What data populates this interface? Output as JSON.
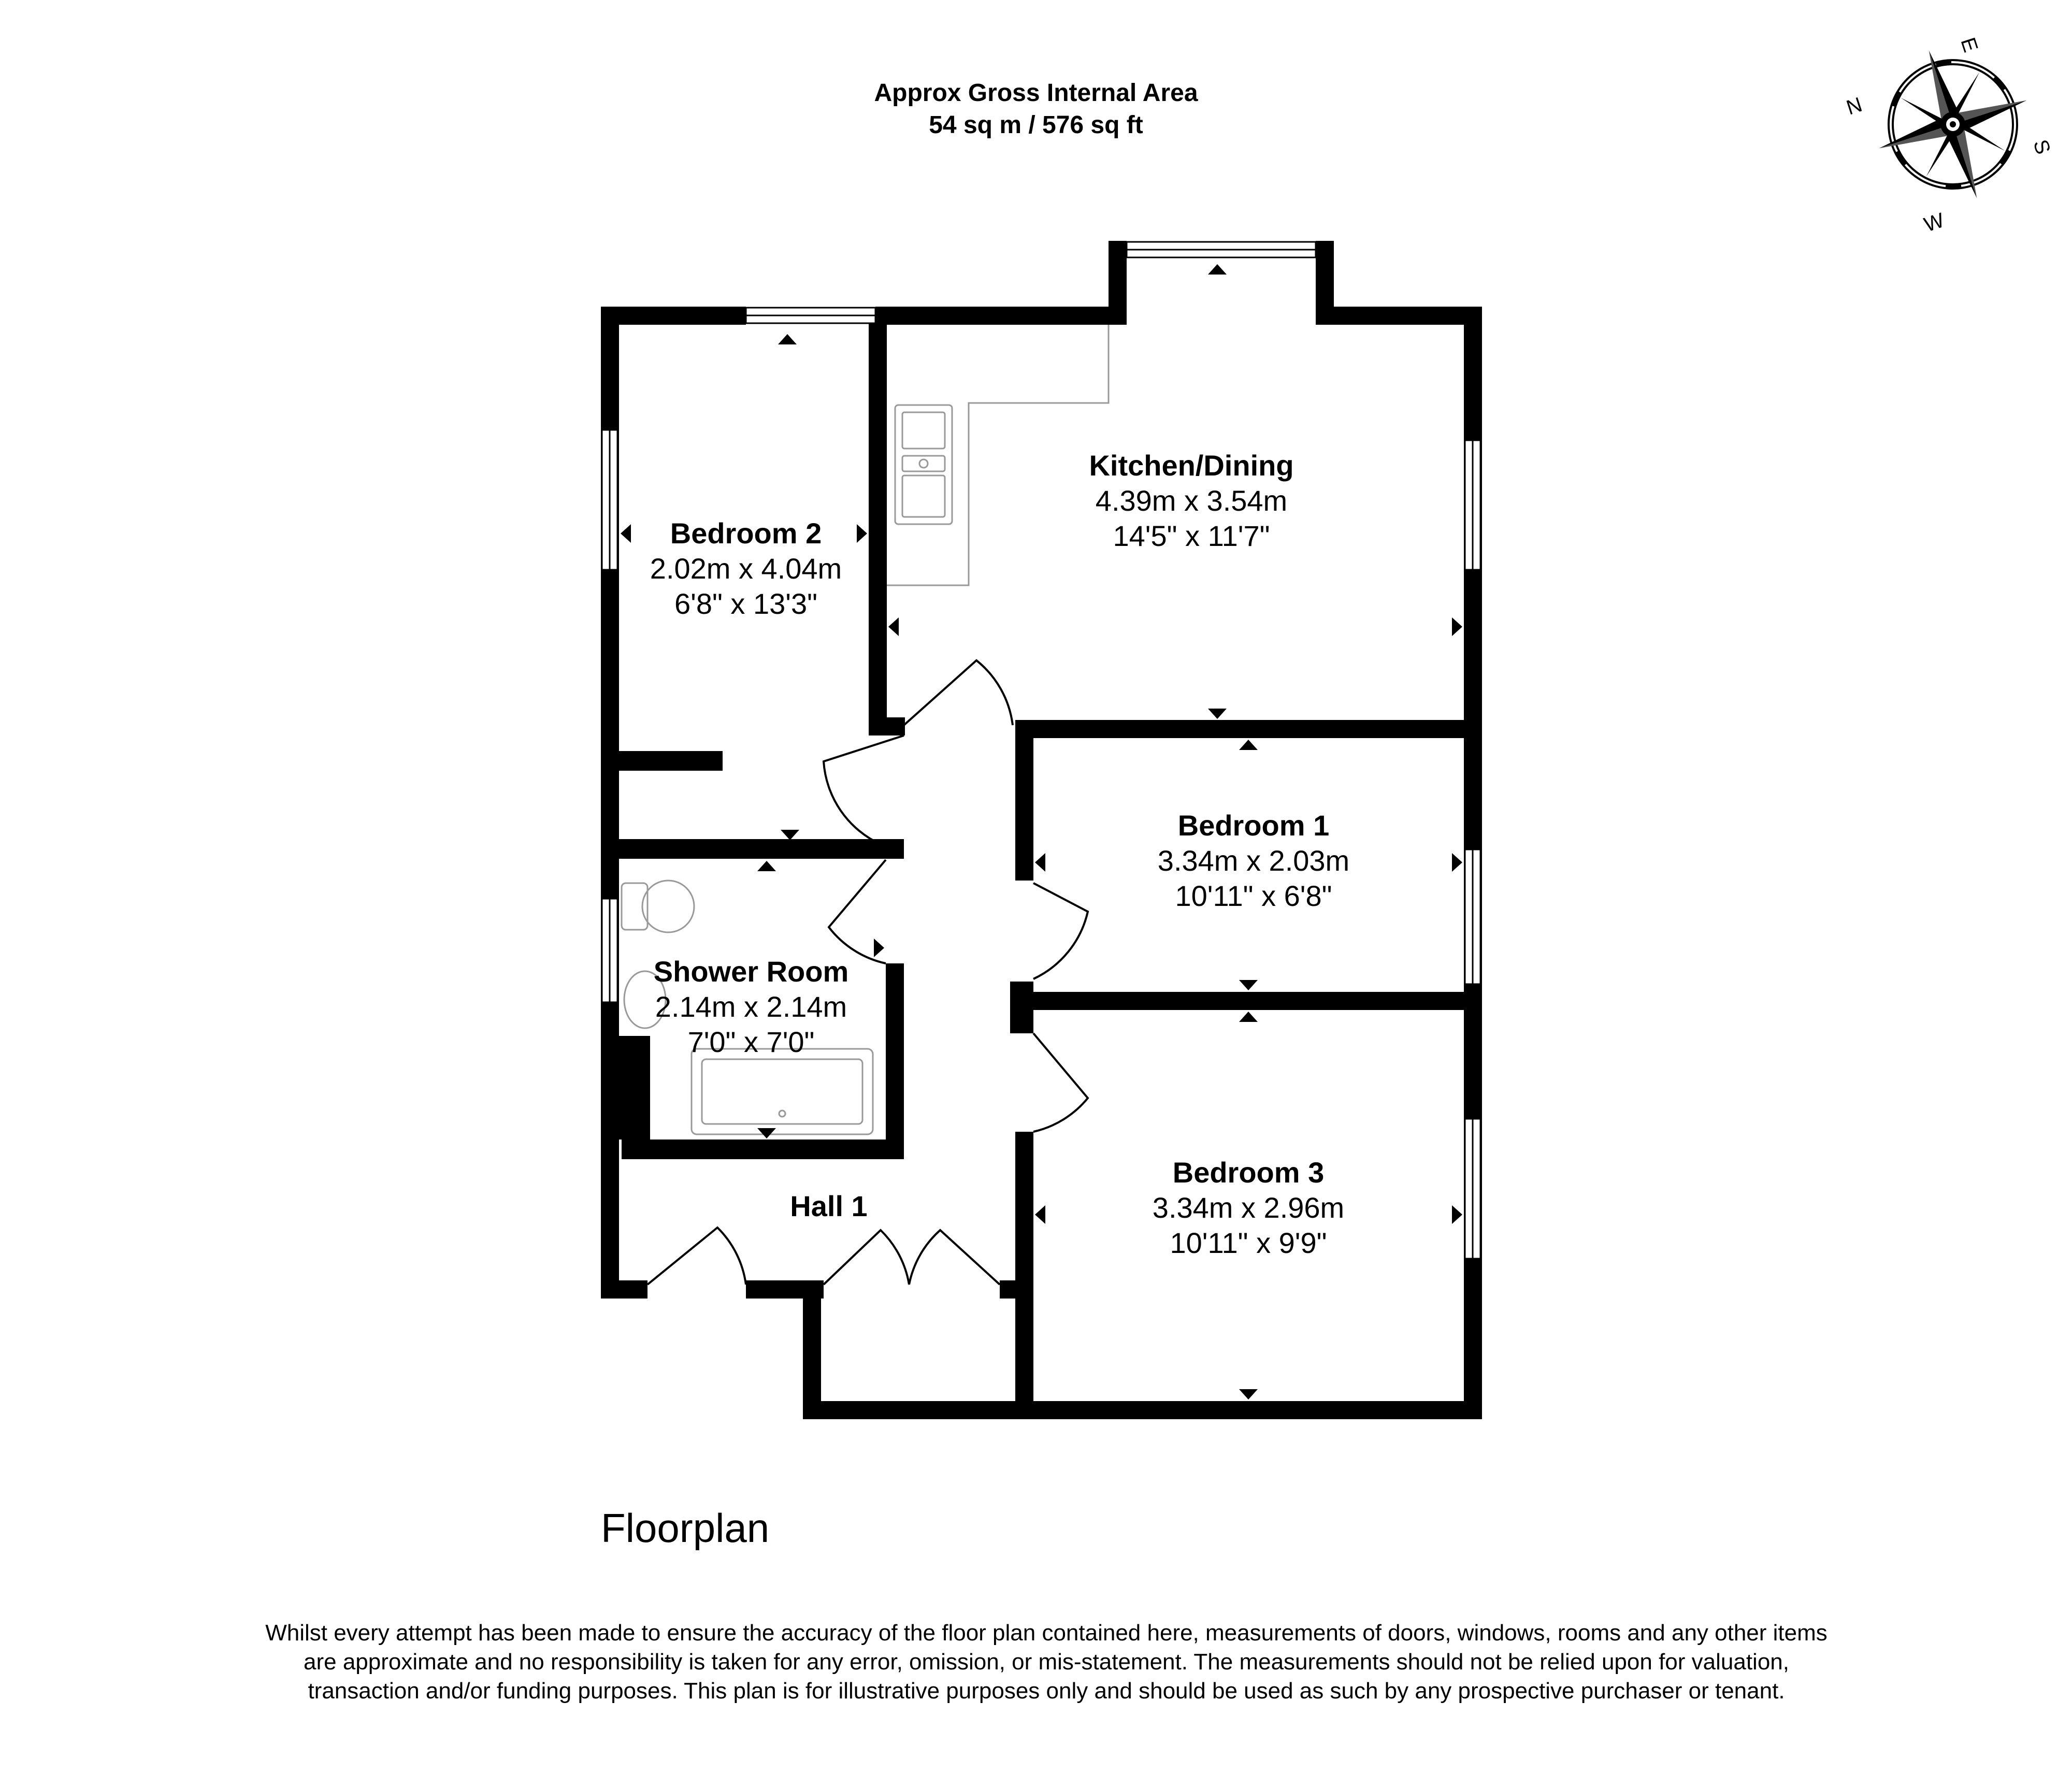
{
  "header": {
    "line1": "Approx Gross Internal Area",
    "line2": "54 sq m / 576 sq ft"
  },
  "compass": {
    "n": "N",
    "e": "E",
    "s": "S",
    "w": "W"
  },
  "rooms": {
    "kitchen": {
      "name": "Kitchen/Dining",
      "metric": "4.39m x 3.54m",
      "imperial": "14'5\" x 11'7\""
    },
    "bedroom2": {
      "name": "Bedroom 2",
      "metric": "2.02m x 4.04m",
      "imperial": "6'8\" x 13'3\""
    },
    "bedroom1": {
      "name": "Bedroom 1",
      "metric": "3.34m x 2.03m",
      "imperial": "10'11\" x 6'8\""
    },
    "shower": {
      "name": "Shower Room",
      "metric": "2.14m x 2.14m",
      "imperial": "7'0\" x 7'0\""
    },
    "bedroom3": {
      "name": "Bedroom 3",
      "metric": "3.34m x 2.96m",
      "imperial": "10'11\" x 9'9\""
    },
    "hall": {
      "name": "Hall 1"
    }
  },
  "caption": "Floorplan",
  "disclaimer": "Whilst every attempt has been made to ensure the accuracy of the floor plan contained here, measurements of doors, windows, rooms and any other items are approximate and no responsibility is taken for any error, omission, or mis-statement. The measurements should not be relied upon for valuation, transaction and/or funding purposes. This plan is for illustrative purposes only and should be used as such by any prospective purchaser or tenant."
}
